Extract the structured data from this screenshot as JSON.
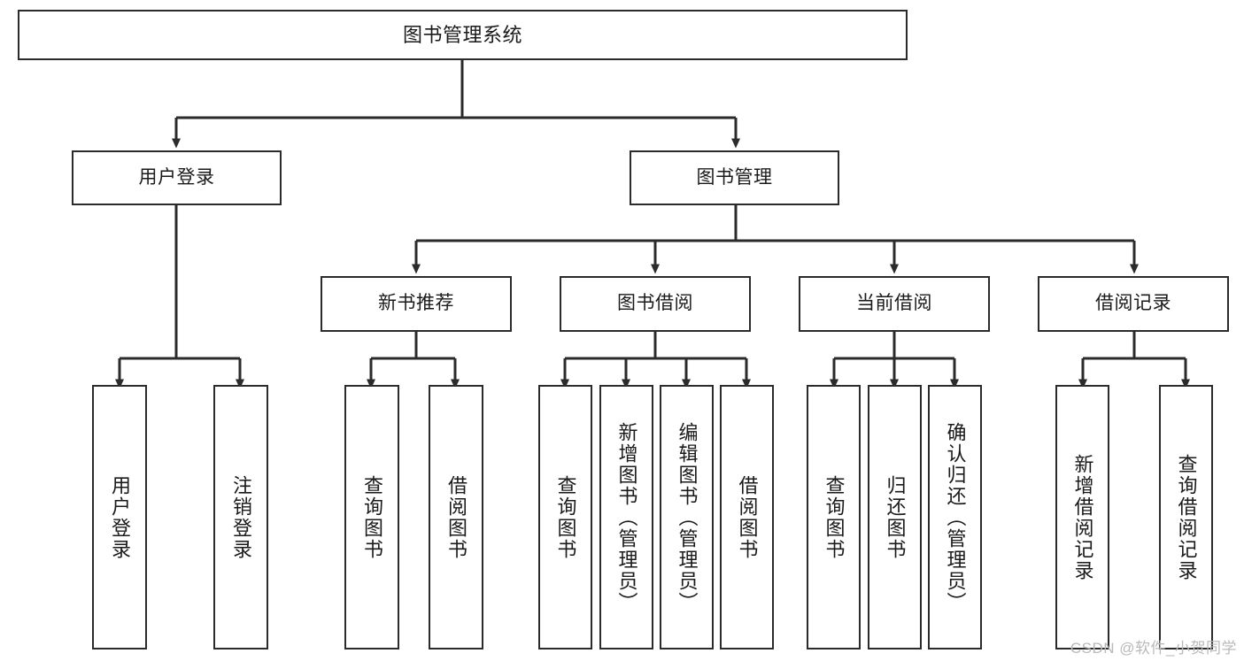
{
  "diagram": {
    "title": "图书管理系统",
    "watermark": "CSDN @软件_小贺同学",
    "line_color": "#2b2b2b",
    "box_fill": "#ffffff",
    "text_color": "#1a1a1a",
    "levels": {
      "root": {
        "label": "图书管理系统"
      },
      "level2": [
        {
          "label": "用户登录"
        },
        {
          "label": "图书管理"
        }
      ],
      "level3": [
        {
          "label": "新书推荐"
        },
        {
          "label": "图书借阅"
        },
        {
          "label": "当前借阅"
        },
        {
          "label": "借阅记录"
        }
      ],
      "level4": {
        "user_login": [
          {
            "label": "用户登录"
          },
          {
            "label": "注销登录"
          }
        ],
        "new_book_recommend": [
          {
            "label": "查询图书"
          },
          {
            "label": "借阅图书"
          }
        ],
        "book_borrow": [
          {
            "label": "查询图书"
          },
          {
            "label": "新增图书（管理员）"
          },
          {
            "label": "编辑图书（管理员）"
          },
          {
            "label": "借阅图书"
          }
        ],
        "current_borrow": [
          {
            "label": "查询图书"
          },
          {
            "label": "归还图书"
          },
          {
            "label": "确认归还（管理员）"
          }
        ],
        "borrow_record": [
          {
            "label": "新增借阅记录"
          },
          {
            "label": "查询借阅记录"
          }
        ]
      }
    }
  }
}
